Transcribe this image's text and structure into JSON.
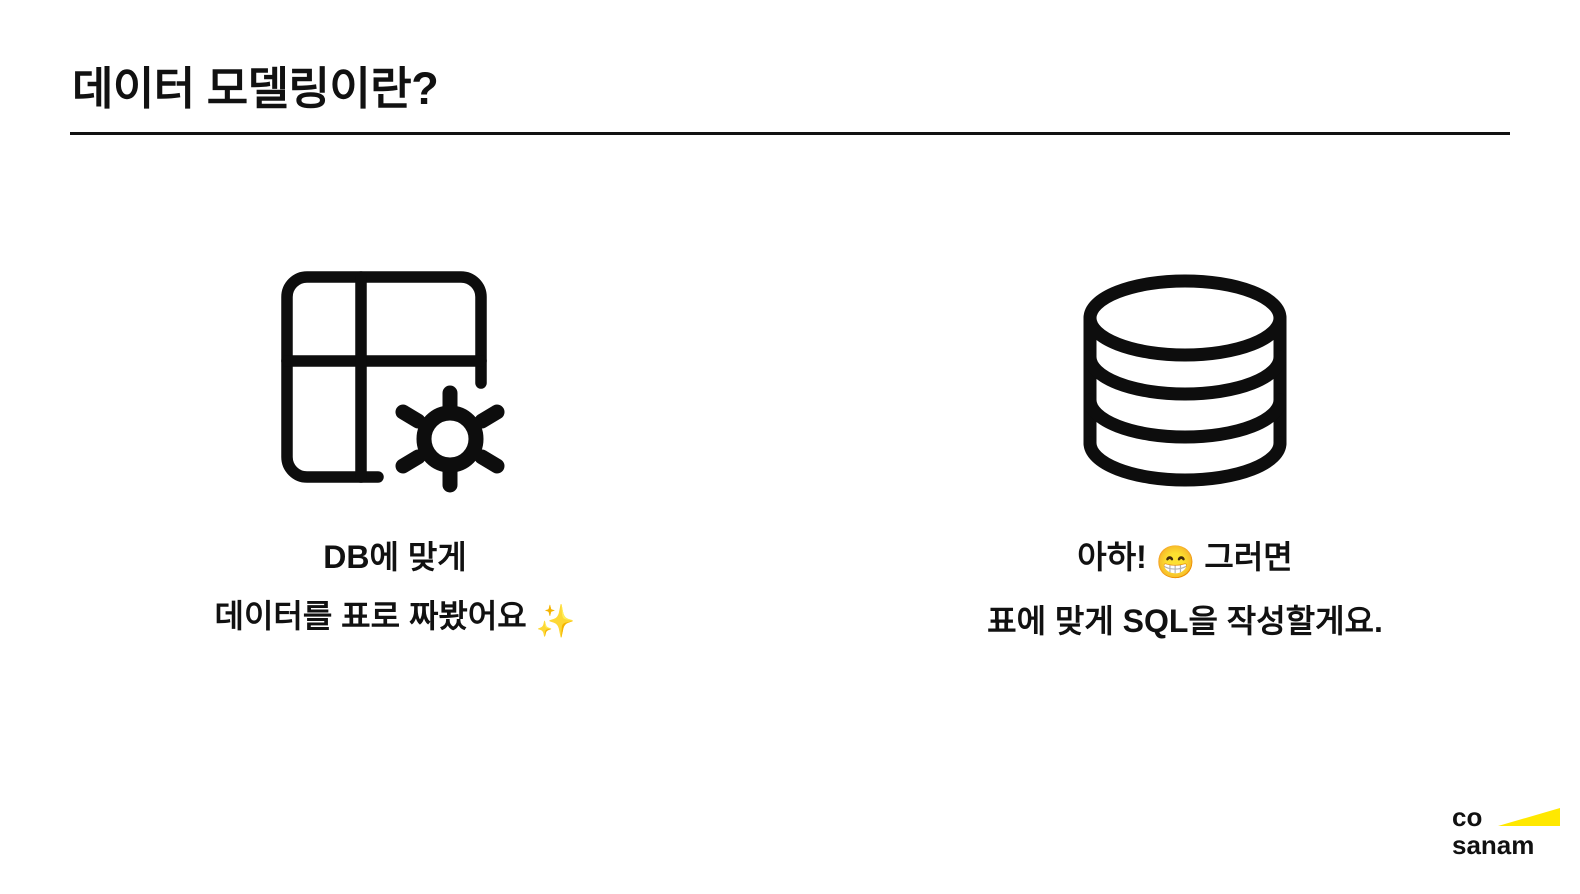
{
  "slide": {
    "title": "데이터 모델링이란?",
    "background_color": "#ffffff",
    "text_color": "#111111",
    "accent_color": "#FFE800"
  },
  "columns": [
    {
      "icon_name": "table-settings-icon",
      "caption_line1": "DB에 맞게",
      "caption_line2": "데이터를 표로 짜봤어요",
      "emoji": "✨",
      "emoji_name": "sparkles-emoji"
    },
    {
      "icon_name": "database-cylinder-icon",
      "caption_line1_before": "아하!",
      "emoji": "😁",
      "emoji_name": "beaming-face-emoji",
      "caption_line1_after": "그러면",
      "caption_line2": "표에 맞게 SQL을 작성할게요."
    }
  ],
  "logo": {
    "line1": "co",
    "line2": "sanam",
    "wedge_color": "#FFE800",
    "text_color": "#111111"
  }
}
